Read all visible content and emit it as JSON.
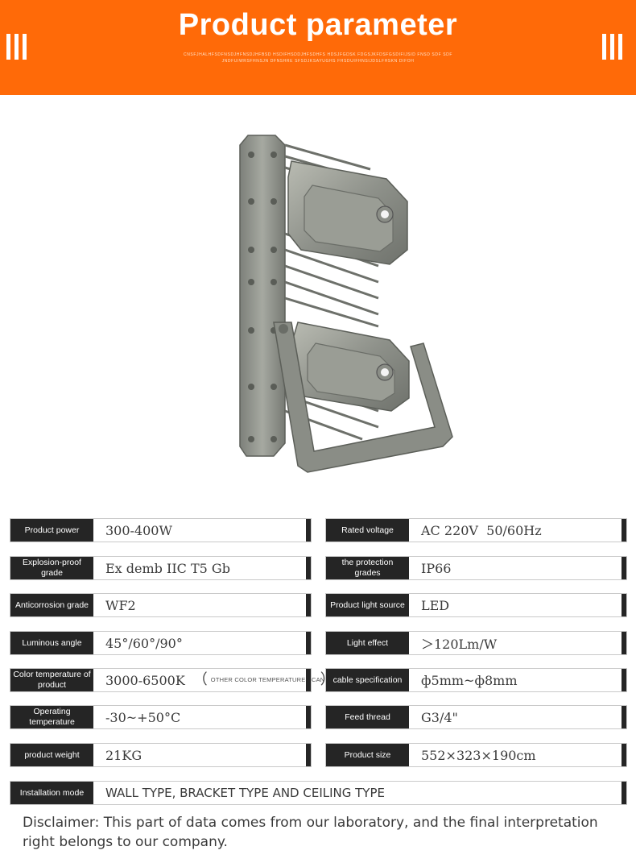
{
  "banner": {
    "title": "Product parameter",
    "subtitle": "CNSFJHALHFSDFNSDJHFNSDJHFBSD HSDIFHSDDJHFSDHFS HDSJFGDSK FDGSJKFDSFGSDIFIJSID FNSD SDF SDFJNDFUIWRSFHNSJN DFNSHRE SFSDJKSAYUGHS FHSDUIFHNSIJDSLFHSKN DIFOH",
    "accent_color": "#ff6a08"
  },
  "product_image": {
    "alt": "explosion-proof LED flood light with bracket"
  },
  "params": {
    "power": {
      "label": "Product power",
      "value": "300-400W"
    },
    "voltage": {
      "label": "Rated voltage",
      "value": "AC 220V  50/60Hz"
    },
    "explosion": {
      "label": "Explosion-proof grade",
      "value": "Ex demb IIC T5 Gb"
    },
    "protection": {
      "label": "the protection grades",
      "value": "IP66"
    },
    "anticorrosion": {
      "label": "Anticorrosion grade",
      "value": "WF2"
    },
    "light_source": {
      "label": "Product light source",
      "value": "LED"
    },
    "angle": {
      "label": "Luminous angle",
      "value": "45°/60°/90°"
    },
    "light_effect": {
      "label": "Light effect",
      "value": "＞120Lm/W"
    },
    "color_temp": {
      "label": "Color temperature of product",
      "value": "3000-6500K",
      "note_open": "（",
      "note": "OTHER COLOR TEMPERATURES CAN BE CUSTOMIZED",
      "note_close": "）"
    },
    "cable": {
      "label": "cable specification",
      "value": "ф5mm~ф8mm"
    },
    "op_temp": {
      "label": "Operating temperature",
      "value": "-30~+50°C"
    },
    "feed_thread": {
      "label": "Feed thread",
      "value": "G3/4\""
    },
    "weight": {
      "label": "product weight",
      "value": "21KG"
    },
    "size": {
      "label": "Product size",
      "value": "552×323×190cm"
    },
    "installation": {
      "label": "Installation mode",
      "value": "WALL TYPE, BRACKET TYPE AND CEILING TYPE"
    }
  },
  "disclaimer": "Disclaimer: This part of data comes from our laboratory, and the final interpretation right belongs to our company."
}
